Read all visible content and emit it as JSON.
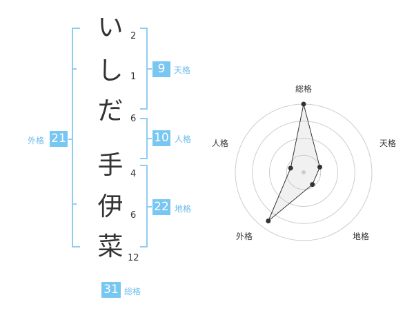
{
  "name_chars": [
    {
      "char": "い",
      "strokes": "2"
    },
    {
      "char": "し",
      "strokes": "1"
    },
    {
      "char": "だ",
      "strokes": "6"
    },
    {
      "char": "手",
      "strokes": "4"
    },
    {
      "char": "伊",
      "strokes": "6"
    },
    {
      "char": "菜",
      "strokes": "12"
    }
  ],
  "kaku": {
    "tenkaku": {
      "value": "9",
      "label": "天格"
    },
    "jinkaku": {
      "value": "10",
      "label": "人格"
    },
    "chikaku": {
      "value": "22",
      "label": "地格"
    },
    "gaikaku": {
      "value": "21",
      "label": "外格"
    },
    "soukaku": {
      "value": "31",
      "label": "総格"
    }
  },
  "colors": {
    "accent": "#78c6f2",
    "bracket": "#8fcdf0",
    "text": "#333333"
  },
  "chart_data": {
    "type": "radar",
    "axes": [
      "総格",
      "天格",
      "地格",
      "外格",
      "人格"
    ],
    "values": [
      1.0,
      0.25,
      0.22,
      0.88,
      0.2
    ],
    "rings": 4,
    "grid": true
  }
}
